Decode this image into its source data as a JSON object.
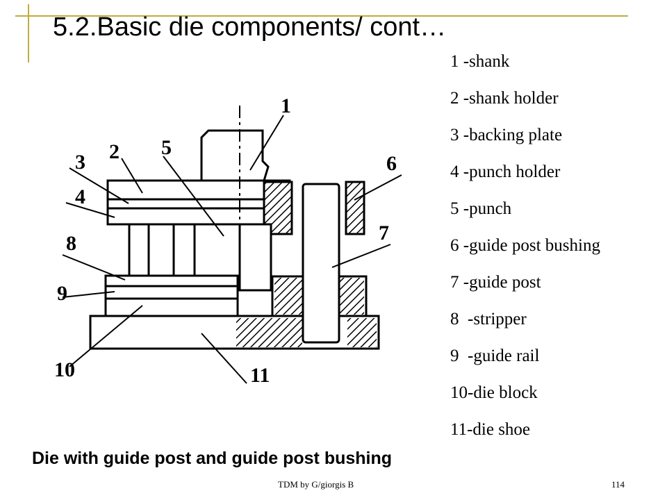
{
  "slide": {
    "title": "5.2.Basic die components/ cont…",
    "caption": "Die with guide post and guide post bushing",
    "footer_text": "TDM by G/giorgis B",
    "page_number": "114",
    "accent_color": "#c2ac3c"
  },
  "legend": [
    "1 -shank",
    "2 -shank holder",
    "3 -backing plate",
    "4 -punch holder",
    "5 -punch",
    "6 -guide post bushing",
    "7 -guide post",
    "8  -stripper",
    "9  -guide rail",
    "10-die block",
    "11-die shoe"
  ],
  "diagram_labels": {
    "n1": "1",
    "n2": "2",
    "n3": "3",
    "n4": "4",
    "n5": "5",
    "n6": "6",
    "n7": "7",
    "n8": "8",
    "n9": "9",
    "n10": "10",
    "n11": "11"
  }
}
